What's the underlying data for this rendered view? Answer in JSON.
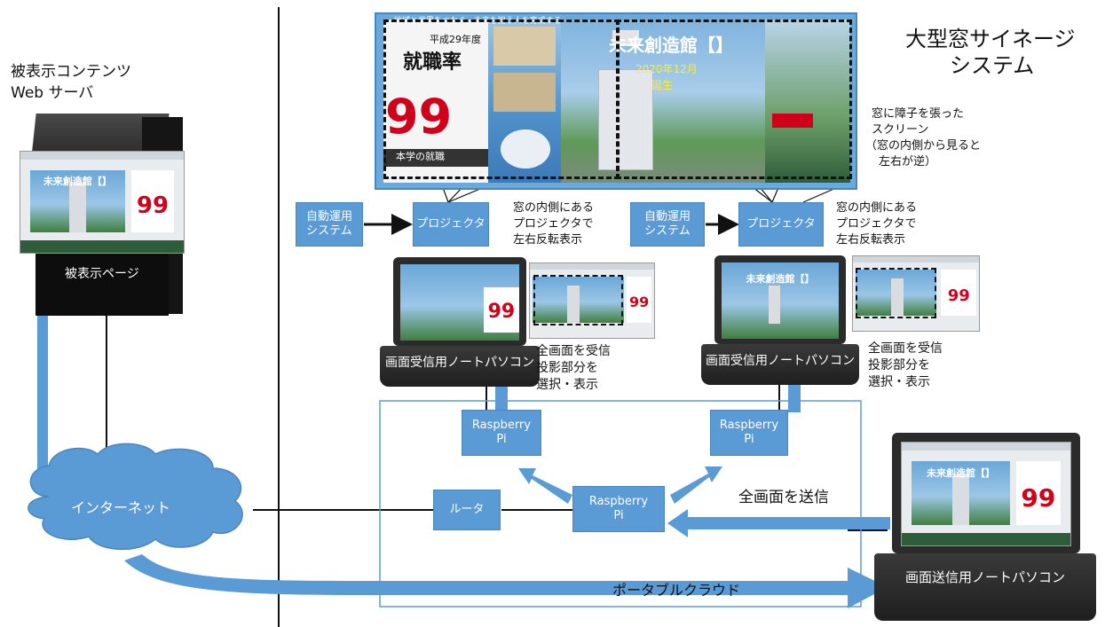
{
  "title": {
    "line1": "大型窓サイネージ",
    "line2": "システム"
  },
  "server": {
    "label_line1": "被表示コンテンツ",
    "label_line2": "Web サーバ",
    "page_label": "被表示ページ"
  },
  "screen_note": {
    "l1": "窓に障子を張った",
    "l2": "スクリーン",
    "l3": "（窓の内側から見ると",
    "l4": "左右が逆）"
  },
  "auto_system_label": "自動運用\nシステム",
  "projector_label": "プロジェクタ",
  "projector_note": {
    "l1": "窓の内側にある",
    "l2": "プロジェクタで",
    "l3": "左右反転表示"
  },
  "receive_note": {
    "l1": "全画面を受信",
    "l2": "投影部分を",
    "l3": "選択・表示"
  },
  "receive_laptop_label": "画面受信用ノートパソコン",
  "send_laptop_label": "画面送信用ノートパソコン",
  "raspberry_label": "Raspberry\nPi",
  "router_label": "ルータ",
  "internet_label": "インターネット",
  "send_all_label": "全画面を送信",
  "portable_cloud_label": "ポータブルクラウド",
  "signage": {
    "top_banner": "地域と世界をつなぐ、未来を担う人を育成する",
    "year_line": "平成29年度",
    "rate_title": "就職率",
    "rate_value": "99",
    "bottom_left": "本学の就職",
    "building_title": "未来創造館【】",
    "date_line": "2020年12月",
    "born": "誕生"
  },
  "shot_texts": {
    "heading": "未来創造館【】",
    "value": "99"
  },
  "colors": {
    "box": "#5b9bd5",
    "arrow": "#5b9bd5",
    "line": "#111111"
  }
}
